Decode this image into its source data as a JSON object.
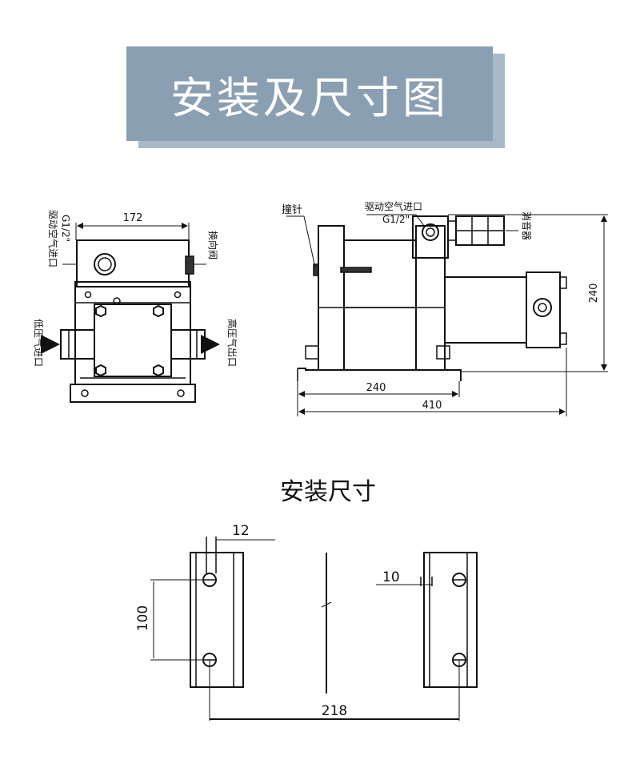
{
  "header": {
    "title": "安装及尺寸图"
  },
  "front_view": {
    "dim_width": "172",
    "label_drive_air": "驱动空气进口",
    "label_thread": "G1/2\"",
    "label_valve": "换向阀",
    "label_low_inlet": "低压气进口",
    "label_high_outlet": "高压气出口"
  },
  "side_view": {
    "label_pin": "撞针",
    "label_drive_air": "驱动空气进口",
    "label_thread": "G1/2\"",
    "label_muffler": "消音器",
    "dim_height": "240",
    "dim_base": "240",
    "dim_length": "410"
  },
  "install": {
    "title": "安装尺寸",
    "dim_slot": "12",
    "dim_hole": "10",
    "dim_vertical": "100",
    "dim_span": "218"
  },
  "colors": {
    "title_bg": "#8a9fb2",
    "title_shadow": "#a9b8c6",
    "line": "#111111"
  }
}
